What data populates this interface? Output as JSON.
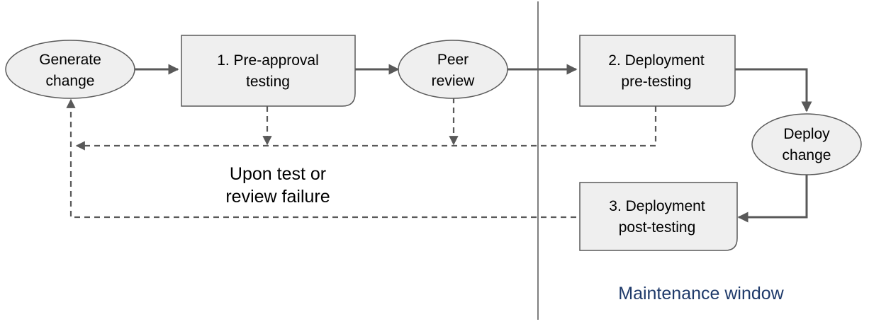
{
  "diagram": {
    "nodes": {
      "generate_change": {
        "line1": "Generate",
        "line2": "change"
      },
      "pre_approval_testing": {
        "line1": "1. Pre-approval",
        "line2": "testing"
      },
      "peer_review": {
        "line1": "Peer",
        "line2": "review"
      },
      "deployment_pre_testing": {
        "line1": "2. Deployment",
        "line2": "pre-testing"
      },
      "deploy_change": {
        "line1": "Deploy",
        "line2": "change"
      },
      "deployment_post_testing": {
        "line1": "3. Deployment",
        "line2": "post-testing"
      }
    },
    "failure_note": {
      "line1": "Upon test or",
      "line2": "review failure"
    },
    "maintenance_window": {
      "label": "Maintenance window",
      "color": "#1f3a6a"
    },
    "colors": {
      "node_fill": "#efefef",
      "edge": "#595959"
    }
  }
}
